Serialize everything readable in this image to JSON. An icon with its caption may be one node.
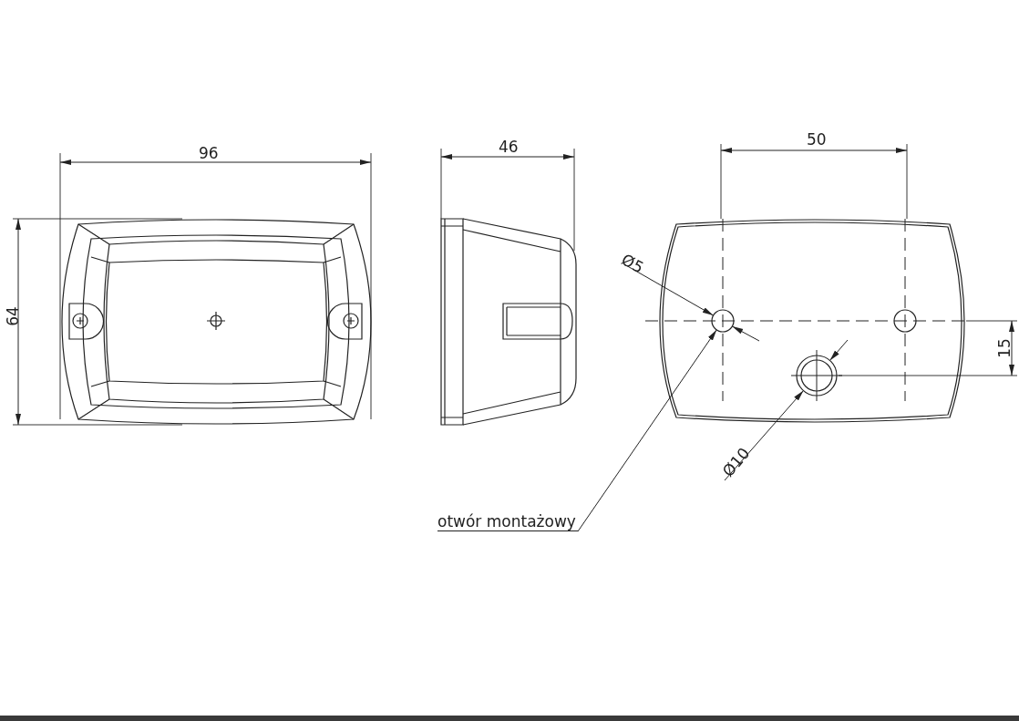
{
  "diagram": {
    "nodes": [
      {
        "text": [
          "otwór montażowy"
        ]
      },
      {
        "text": [],
        "shape": "circle"
      }
    ],
    "edges": [
      {
        "from": 0,
        "to": 1,
        "arrow": "to"
      }
    ],
    "labels": [
      "96",
      "64",
      "46",
      "50",
      "Ø5",
      "15",
      "Ø10"
    ]
  }
}
